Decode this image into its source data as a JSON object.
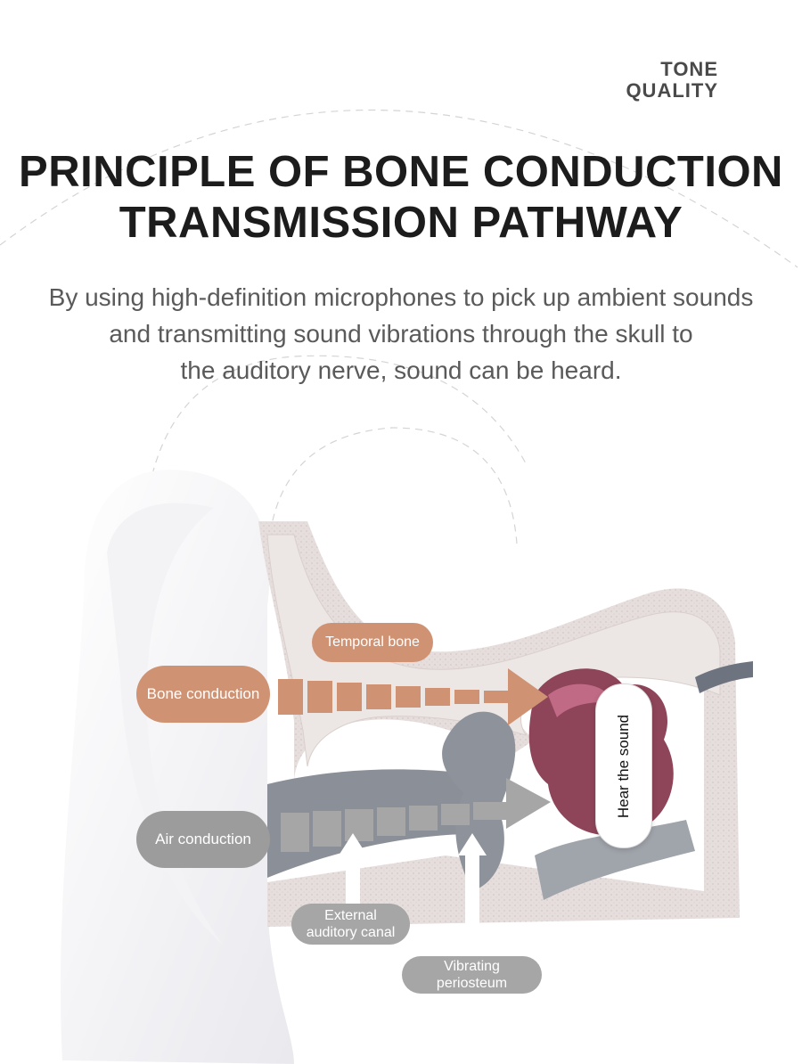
{
  "header": {
    "tone_line1": "TONE",
    "tone_line2": "QUALITY"
  },
  "title": {
    "line1": "PRINCIPLE OF BONE CONDUCTION",
    "line2": "TRANSMISSION PATHWAY"
  },
  "description": {
    "line1": "By using high-definition microphones to pick up ambient sounds",
    "line2": "and transmitting sound vibrations through the skull to",
    "line3": "the auditory nerve, sound can be heard."
  },
  "labels": {
    "temporal_bone": "Temporal bone",
    "bone_conduction": "Bone conduction",
    "air_conduction": "Air conduction",
    "external_canal_line1": "External",
    "external_canal_line2": "auditory canal",
    "periosteum_line1": "Vibrating",
    "periosteum_line2": "periosteum",
    "hear_the_sound": "Hear the sound"
  },
  "colors": {
    "bone_path": "#cf9374",
    "air_path": "#9c9c9c",
    "wave_start": "#6a4fb0",
    "wave_end": "#4d7fe0",
    "title": "#1c1c1c",
    "inner_ear": "#8e4459"
  }
}
